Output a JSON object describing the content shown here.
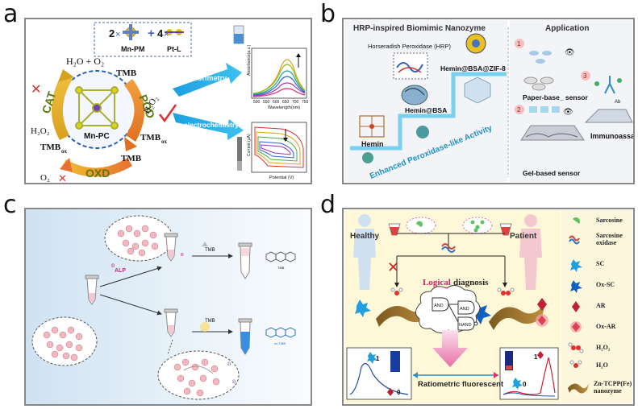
{
  "panel_labels": {
    "a": "a",
    "b": "b",
    "c": "c",
    "d": "d"
  },
  "panel_a": {
    "mn_pm_count": "2",
    "mn_pm_label": "Mn-PM",
    "plus": "+",
    "pt_l_count": "4",
    "pt_l_label": "Pt-L",
    "h2o_o2": "H₂O + O₂",
    "tmb_top": "TMB",
    "cat": "CAT",
    "pod": "POD",
    "oxd": "OXD",
    "h2o2_left": "H₂O₂",
    "h2o2_right": "H₂O₂",
    "tmbox_right": "TMB",
    "tmbox_right_sub": "ox",
    "tmbox_bottom": "TMB",
    "tmbox_bottom_sub": "ox",
    "tmb_bottom_right": "TMB",
    "o2": "O₂",
    "center_label": "Mn-PC",
    "colorimetry": "colorimetry",
    "electrochemistry": "electrochemistry",
    "abs_ylabel": "Absorbance(a.u.)",
    "abs_xlabel": "Wavelength(nm)",
    "abs_ticks": [
      "500",
      "550",
      "600",
      "650",
      "700",
      "750"
    ],
    "cv_ylabel": "Current (μA)",
    "cv_xlabel": "Potential (V)"
  },
  "panel_b": {
    "title": "HRP-inspired Biomimic Nanozyme",
    "application": "Application",
    "hrp": "Horseradish Peroxidase (HRP)",
    "hemin_bsa_zif": "Hemin@BSA@ZIF-8",
    "hemin_bsa": "Hemin@BSA",
    "hemin": "Hemin",
    "activity": "Enhanced Peroxidase-like Activity",
    "paper_sensor": "Paper-base_ sensor",
    "gel_sensor": "Gel-based sensor",
    "immunoassay": "Immunoassay",
    "ab": "Ab",
    "num1": "1",
    "num2": "2",
    "num3": "3"
  },
  "panel_c": {
    "alp": "ALP",
    "tmb_arrow1": "TMB",
    "tmb_arrow2": "TMB",
    "tmb_mol": "TMB",
    "oxtmb_mol": "ox-TMB"
  },
  "panel_d": {
    "healthy": "Healthy",
    "patient": "Patient",
    "logical": "Logical",
    "diagnosis": " diagnosis",
    "and1": "AND",
    "and2": "AND",
    "nand": "NAND",
    "ratiometric": "Ratiometric fluorescent",
    "one_left": "1",
    "zero_left": "0",
    "one_right": "1",
    "zero_right": "0",
    "legend": [
      {
        "label": "Sarcosine",
        "icon": "sarcosine-icon"
      },
      {
        "label": "Sarcosine oxidase",
        "icon": "sarcosine-oxidase-icon"
      },
      {
        "label": "SC",
        "icon": "sc-icon"
      },
      {
        "label": "Ox-SC",
        "icon": "ox-sc-icon"
      },
      {
        "label": "AR",
        "icon": "ar-icon"
      },
      {
        "label": "Ox-AR",
        "icon": "ox-ar-icon"
      },
      {
        "label": "H₂O₂",
        "icon": "h2o2-icon"
      },
      {
        "label": "H₂O",
        "icon": "h2o-icon"
      },
      {
        "label": "Zn-TCPP(Fe) nanozyme",
        "icon": "nanozyme-icon"
      }
    ]
  },
  "colors": {
    "pod_orange": "#e8802a",
    "arrow_blue": "#2aa7e0",
    "activity_blue": "#1e90c8",
    "check_red": "#e03030",
    "gradient_pink": "#f0a0c8",
    "legend_bg": "#fbf6dc"
  }
}
